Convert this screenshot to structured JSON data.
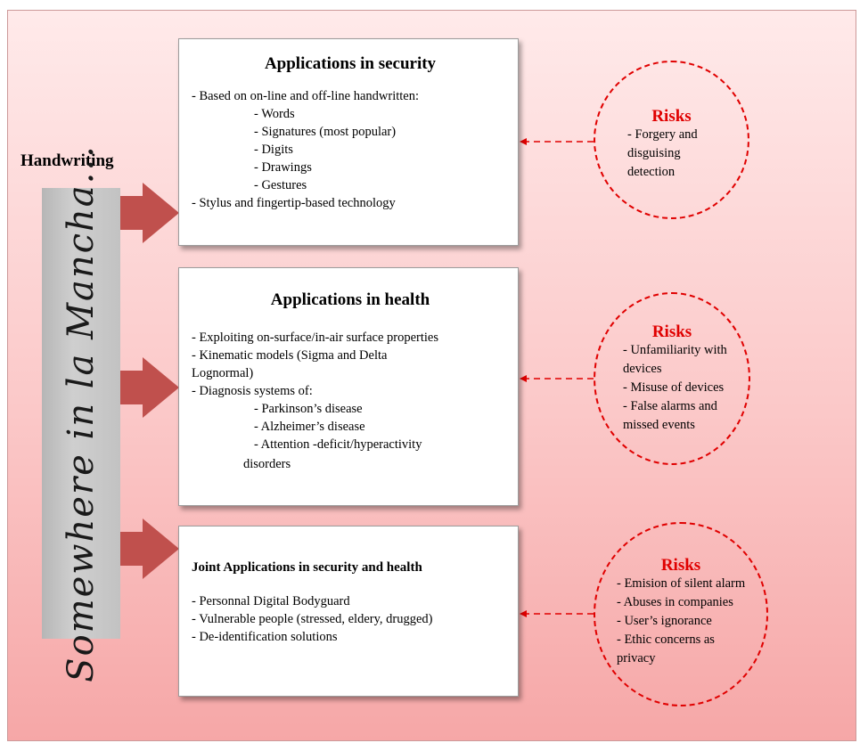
{
  "handwriting": {
    "label": "Handwriting",
    "sample_text": "Somewhere in la Mancha..."
  },
  "security": {
    "title": "Applications in security",
    "line1": "- Based on on-line and off-line handwritten:",
    "items": [
      "- Words",
      "- Signatures (most popular)",
      "- Digits",
      "- Drawings",
      "- Gestures"
    ],
    "line2": "- Stylus and fingertip-based technology"
  },
  "health": {
    "title": "Applications in health",
    "line1": "- Exploiting on-surface/in-air surface properties",
    "line2a": "- Kinematic models (Sigma and Delta",
    "line2b": "Lognormal)",
    "line3": "- Diagnosis systems of:",
    "items": [
      "- Parkinson’s disease",
      "- Alzheimer’s disease",
      "- Attention -deficit/hyperactivity"
    ],
    "line4": "disorders"
  },
  "joint": {
    "title": "Joint Applications in security and health",
    "lines": [
      "- Personnal Digital Bodyguard",
      "- Vulnerable people (stressed, eldery, drugged)",
      "- De-identification solutions"
    ]
  },
  "risks_security": {
    "title": "Risks",
    "lines": [
      "- Forgery and",
      "disguising",
      "detection"
    ]
  },
  "risks_health": {
    "title": "Risks",
    "lines": [
      "- Unfamiliarity with",
      "devices",
      "- Misuse of devices",
      "- False alarms and",
      "missed events"
    ]
  },
  "risks_joint": {
    "title": "Risks",
    "lines": [
      "- Emision of silent alarm",
      "- Abuses in companies",
      "- User’s ignorance",
      "- Ethic concerns as",
      "privacy"
    ]
  },
  "colors": {
    "arrow": "#c0504d",
    "risk_red": "#e00000",
    "background_top": "#ffeaea",
    "background_bottom": "#f6a7a7"
  }
}
